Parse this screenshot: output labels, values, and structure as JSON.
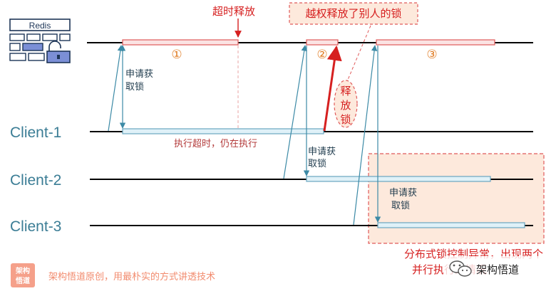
{
  "redis": {
    "title": "Redis"
  },
  "lanes": {
    "client1": "Client-1",
    "client2": "Client-2",
    "client3": "Client-3"
  },
  "notes": {
    "timeout_release": "超时释放",
    "overreach": "越权释放了别人的锁",
    "release_chars": [
      "释",
      "放",
      "锁"
    ],
    "acquire_lines": [
      "申请获",
      "取锁"
    ],
    "exec_timeout": "执行超时，仍在执行",
    "anomaly_lines": [
      "分布式锁控制异常，出现两个",
      "并行执行的情况"
    ]
  },
  "markers": {
    "one": "①",
    "two": "②",
    "three": "③"
  },
  "footer": {
    "logo_lines": [
      "架构",
      "悟道"
    ],
    "text": "架构悟道原创，用最朴实的方式讲透技术"
  },
  "watermark": {
    "text": "架构悟道"
  },
  "colors": {
    "lock_bar_stroke": "#e05a5a",
    "lock_bar_fill": "#fbe3e3",
    "client_bar_stroke": "#6aa6c0",
    "client_bar_fill": "#dff1f8",
    "lane_label": "#3b7d95",
    "accent_red": "#d62020",
    "arrow_teal": "#3c8aa6",
    "anomaly_fill": "#fde9dc"
  }
}
